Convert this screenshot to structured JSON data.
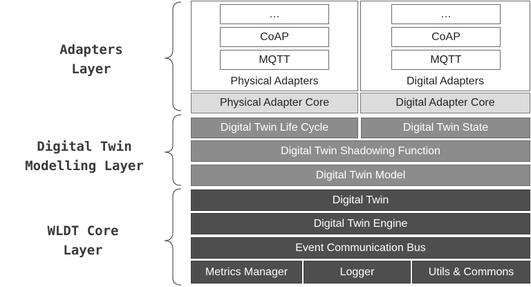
{
  "layers": {
    "adapters": [
      "Adapters",
      "Layer"
    ],
    "modelling": [
      "Digital Twin",
      "Modelling Layer"
    ],
    "core": [
      "WLDT Core",
      "Layer"
    ]
  },
  "adapters": {
    "physical": {
      "protocols": [
        "…",
        "CoAP",
        "MQTT"
      ],
      "label": "Physical Adapters",
      "core": "Physical Adapter Core"
    },
    "digital": {
      "protocols": [
        "…",
        "CoAP",
        "MQTT"
      ],
      "label": "Digital Adapters",
      "core": "Digital Adapter Core"
    }
  },
  "modelling": {
    "life_cycle": "Digital Twin Life Cycle",
    "state": "Digital Twin State",
    "shadowing": "Digital Twin Shadowing Function",
    "model": "Digital Twin Model"
  },
  "core": {
    "digital_twin": "Digital Twin",
    "engine": "Digital Twin Engine",
    "event_bus": "Event Communication Bus",
    "metrics": "Metrics Manager",
    "logger": "Logger",
    "utils": "Utils & Commons"
  }
}
